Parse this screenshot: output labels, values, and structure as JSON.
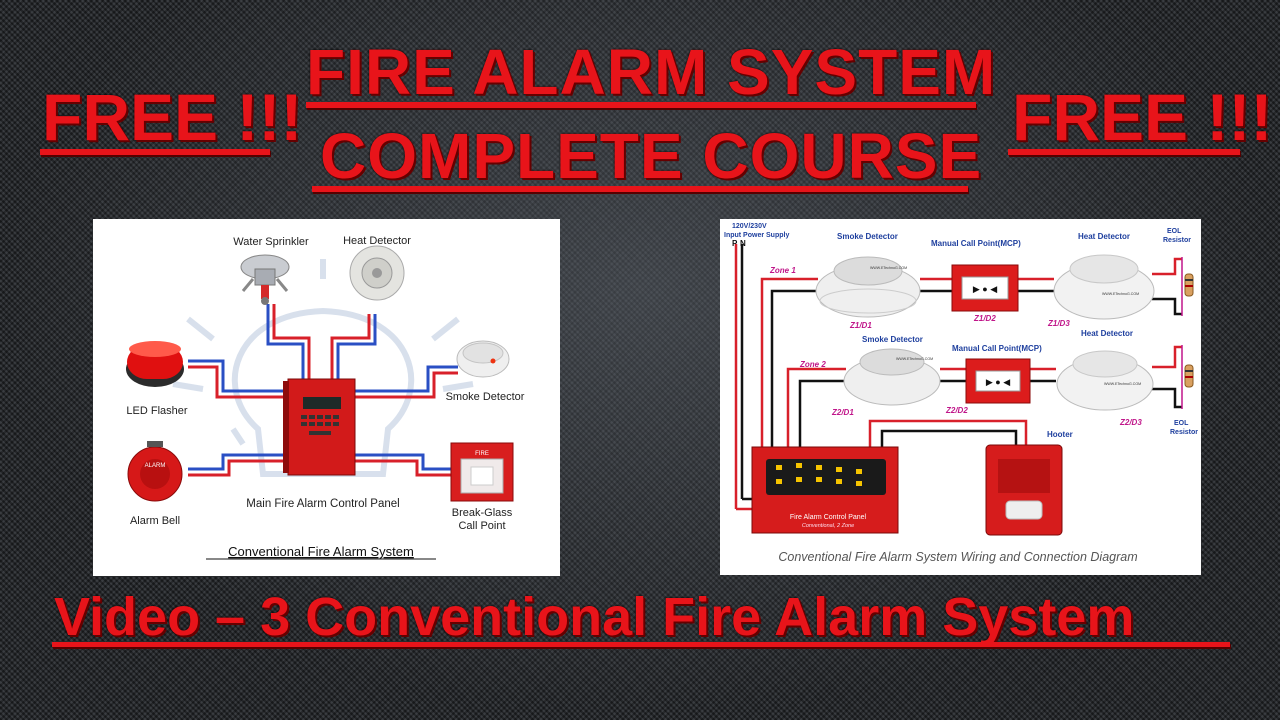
{
  "banner": {
    "free_left": "FREE !!!",
    "free_right": "FREE !!!",
    "title_line1": "FIRE ALARM SYSTEM",
    "title_line2": "COMPLETE COURSE",
    "bottom_title": "Video – 3 Conventional Fire Alarm System"
  },
  "left_diagram": {
    "labels": {
      "water_sprinkler": "Water Sprinkler",
      "heat_detector": "Heat Detector",
      "led_flasher": "LED Flasher",
      "smoke_detector": "Smoke Detector",
      "alarm_bell": "Alarm Bell",
      "control_panel": "Main Fire Alarm Control Panel",
      "break_glass_1": "Break-Glass",
      "break_glass_2": "Call Point",
      "caption": "Conventional Fire Alarm System",
      "bell_text": "ALARM",
      "fire_text": "FIRE"
    }
  },
  "right_diagram": {
    "labels": {
      "power_1": "120V/230V",
      "power_2": "Input Power Supply",
      "p": "P",
      "n": "N",
      "zone1": "Zone 1",
      "zone2": "Zone 2",
      "smoke1": "Smoke Detector",
      "mcp1": "Manual Call Point(MCP)",
      "heat1": "Heat Detector",
      "eol1_1": "EOL",
      "eol1_2": "Resistor",
      "smoke2": "Smoke Detector",
      "mcp2": "Manual Call Point(MCP)",
      "heat2": "Heat Detector",
      "eol2_1": "EOL",
      "eol2_2": "Resistor",
      "z1d1": "Z1/D1",
      "z1d2": "Z1/D2",
      "z1d3": "Z1/D3",
      "z2d1": "Z2/D1",
      "z2d2": "Z2/D2",
      "z2d3": "Z2/D3",
      "hooter": "Hooter",
      "panel_1": "Fire Alarm Control Panel",
      "panel_2": "Conventional, 2 Zone",
      "caption": "Conventional Fire Alarm System Wiring and Connection Diagram",
      "watermark": "WWW.ETechnoG.COM"
    }
  },
  "colors": {
    "accent_red": "#e8141a",
    "wire_red": "#d8202a",
    "wire_blue": "#2a4fc4",
    "zone_magenta": "#c0168a"
  }
}
